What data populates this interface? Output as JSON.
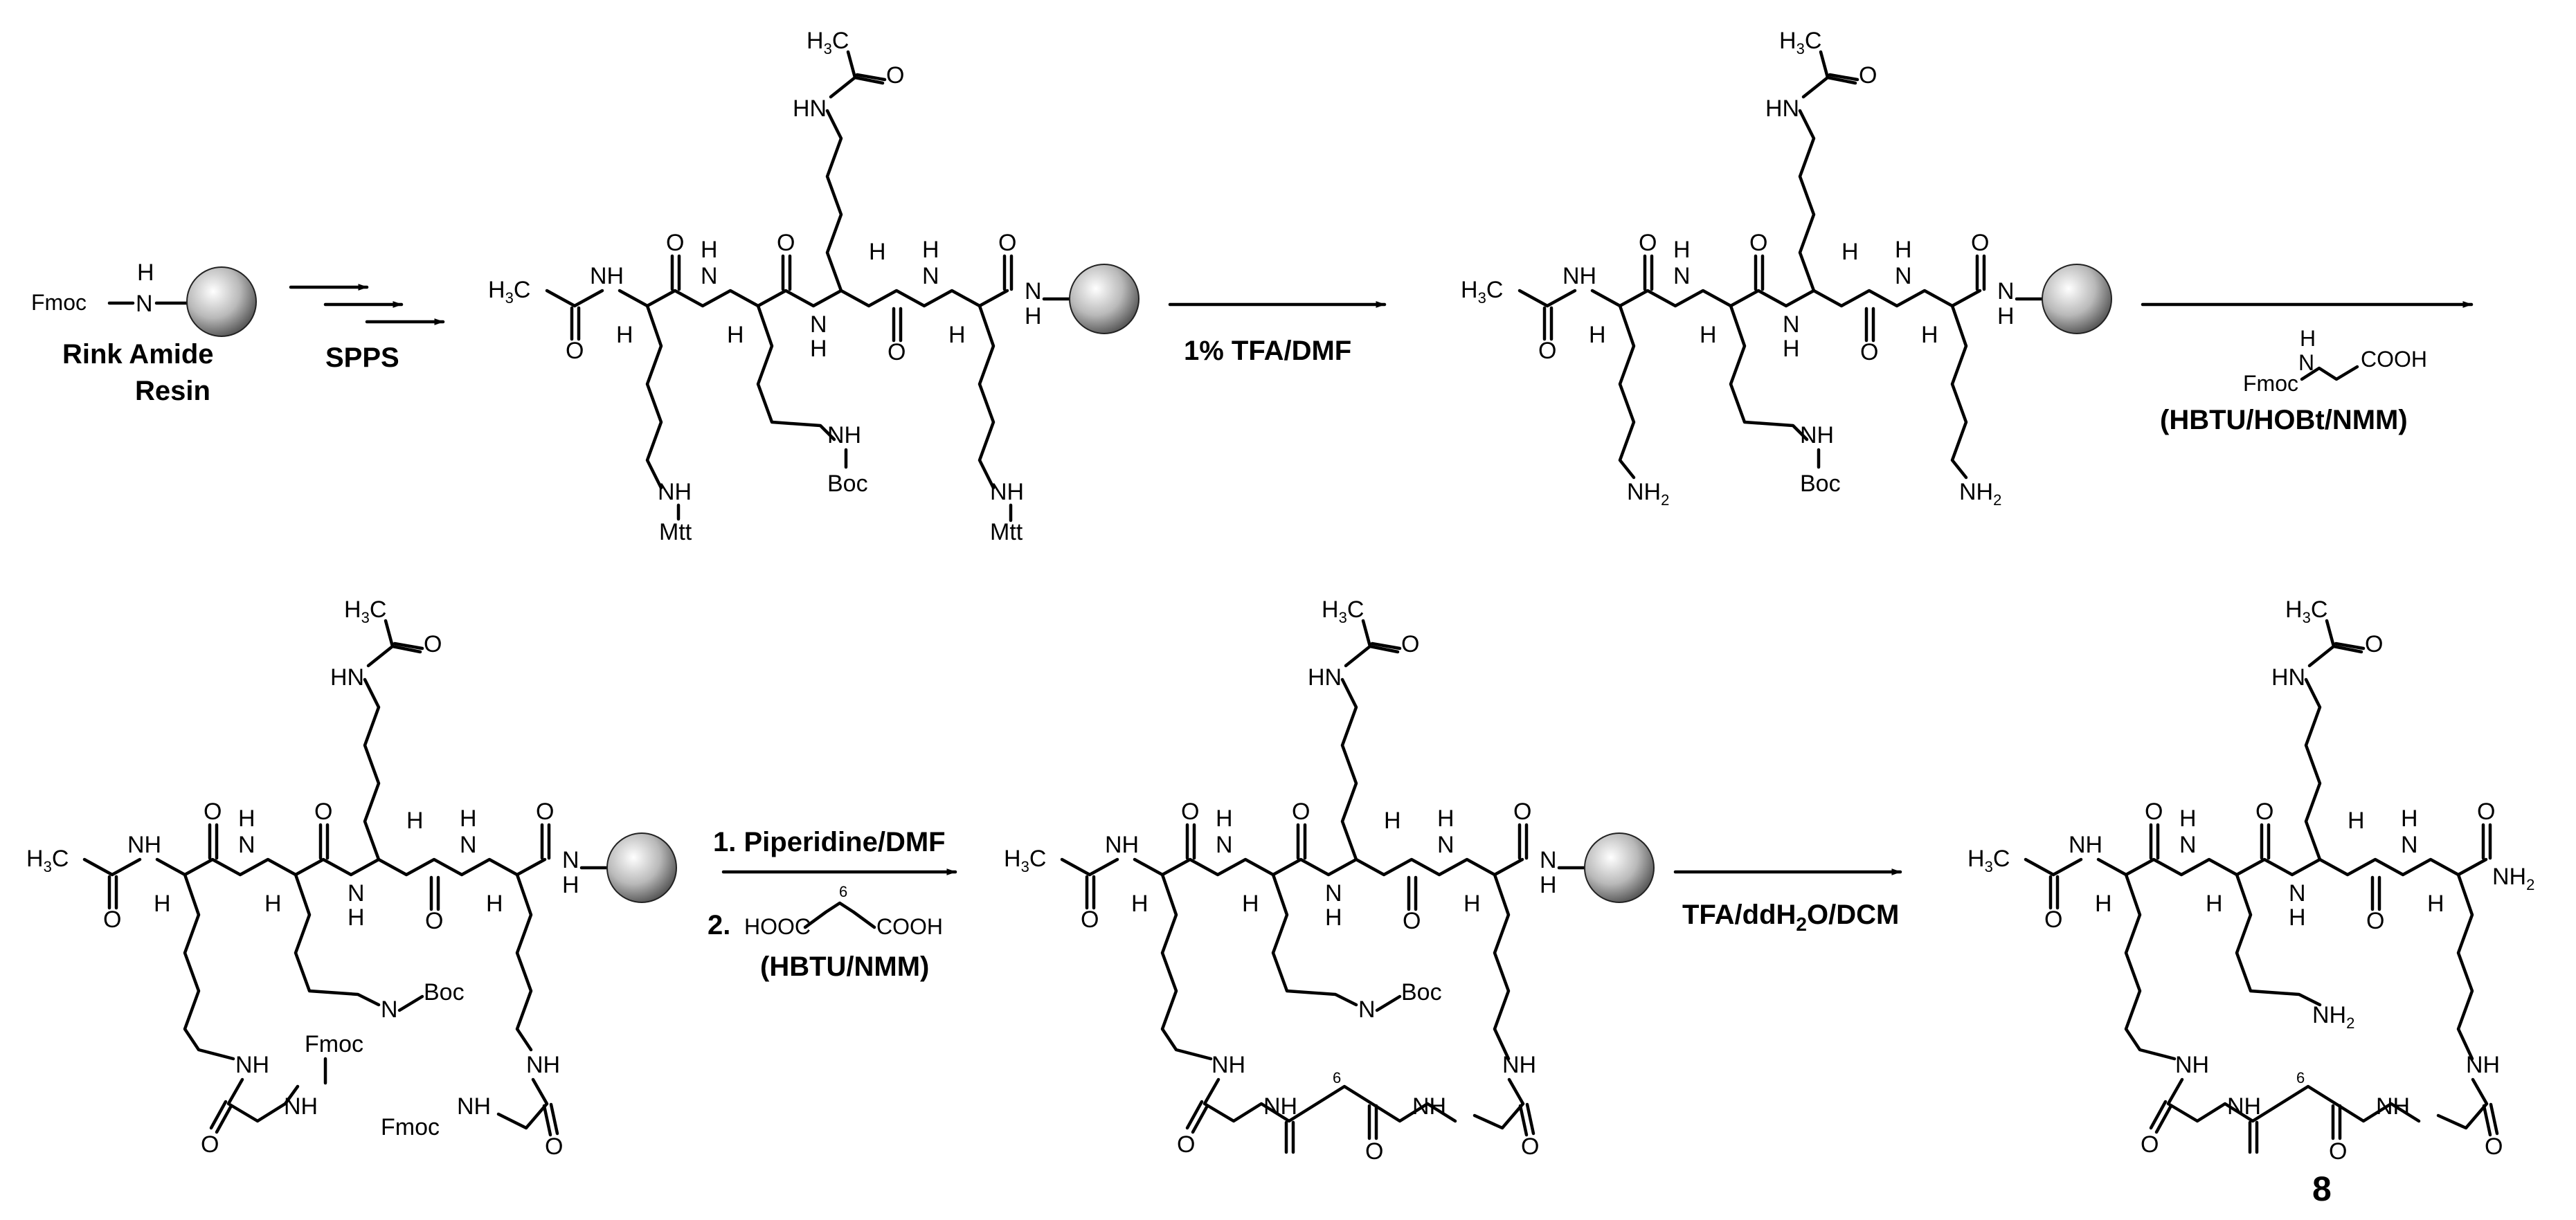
{
  "atoms": {
    "h3c_h": "H",
    "h3c_3": "3",
    "h3c_c": "C",
    "o": "O",
    "nh": "NH",
    "hn": "HN",
    "n": "N",
    "h": "H",
    "nh2": "NH",
    "two": "2",
    "boc": "Boc",
    "mtt": "Mtt",
    "fmoc": "Fmoc",
    "nh_boc": "N",
    "six": "6"
  },
  "start": {
    "fmoc": "Fmoc",
    "h": "H",
    "n": "N",
    "label_line1": "Rink Amide",
    "label_line2": "Resin"
  },
  "arrows": {
    "step1": "SPPS",
    "step2": "1% TFA/DMF",
    "step3_reagent_fmoc": "Fmoc",
    "step3_reagent_h": "H",
    "step3_reagent_n": "N",
    "step3_reagent_cooh": "COOH",
    "step3_conditions": "(HBTU/HOBt/NMM)",
    "step4_line1": "1. Piperidine/DMF",
    "step4_line2_num": "2.",
    "step4_hooc": "HOOC",
    "step4_cooh": "COOH",
    "step4_six": "6",
    "step4_conditions": "(HBTU/NMM)",
    "step5_a": "TFA/ddH",
    "step5_sub": "2",
    "step5_b": "O/DCM"
  },
  "compound_label": "8"
}
